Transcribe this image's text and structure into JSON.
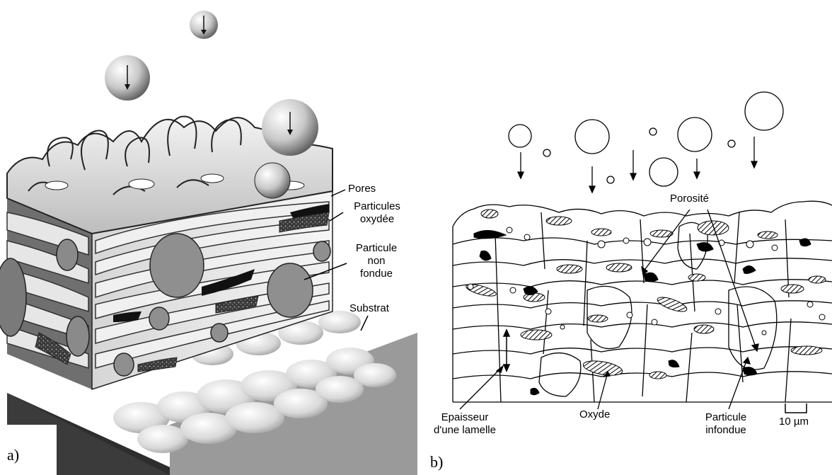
{
  "panel_a": {
    "letter": "a)",
    "labels": {
      "pores": "Pores",
      "particules_oxydee": "Particules\noxydée",
      "particule_non_fondue": "Particule\nnon\nfondue",
      "substrat": "Substrat"
    }
  },
  "panel_b": {
    "letter": "b)",
    "labels": {
      "porosite": "Porosité",
      "epaisseur": "Epaisseur\nd'une lamelle",
      "oxyde": "Oxyde",
      "particule_infondue": "Particule\ninfondue",
      "scale": "10 µm"
    }
  }
}
